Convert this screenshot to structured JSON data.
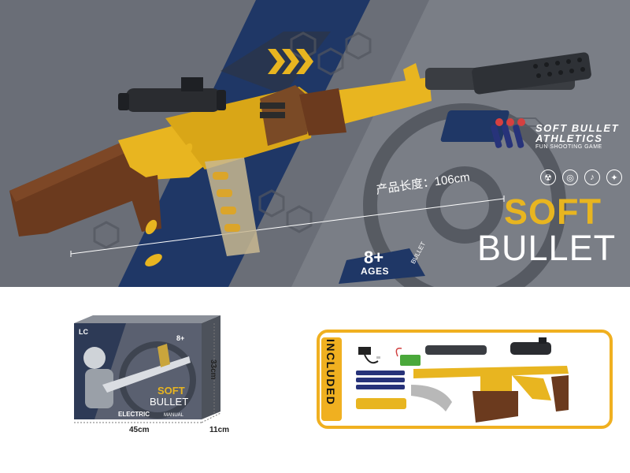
{
  "hero": {
    "length_label": "产品长度：106cm",
    "brand_line1": "SOFT BULLET",
    "brand_line2": "ATHLETICS",
    "brand_line3": "FUN SHOOTING GAME",
    "title_line1": "SOFT",
    "title_line2": "BULLET",
    "age_number": "8+",
    "age_label": "AGES",
    "age_tag": "BULLET",
    "feature_icons": [
      "radiation-icon",
      "target-icon",
      "sound-icon",
      "pattern-icon"
    ]
  },
  "package": {
    "brand_mark": "LC",
    "box_title1": "SOFT",
    "box_title2": "BULLET",
    "box_mode1": "ELECTRIC",
    "box_mode2": "MANUAL",
    "box_age": "8+",
    "width_label": "45cm",
    "height_label": "33cm",
    "depth_label": "11cm"
  },
  "contents": {
    "label": "INCLUDED",
    "items": [
      "usb-charging-cable",
      "battery-pack",
      "foam-darts",
      "shells",
      "magazine",
      "suppressor",
      "scope",
      "gun-body",
      "stock"
    ]
  },
  "colors": {
    "gold": "#e8b520",
    "wood": "#6b3a1e",
    "background_grey": "#6a6e77",
    "navy": "#1f3766",
    "dart_blue": "#27337a",
    "dart_tip_red": "#d64040"
  }
}
